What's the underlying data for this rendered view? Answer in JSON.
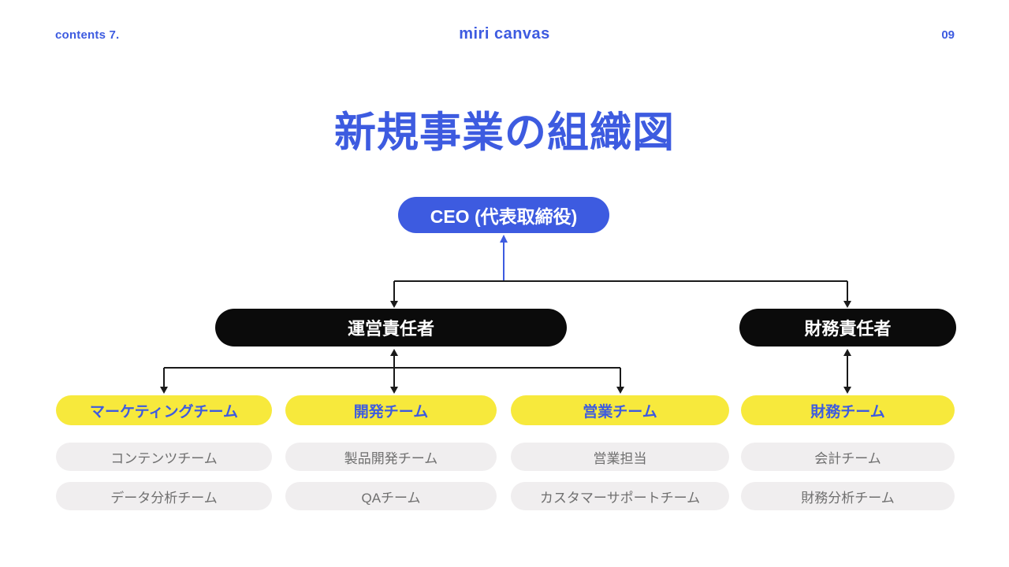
{
  "page": {
    "contents_label": "contents 7.",
    "logo_text": "miri canvas",
    "page_number": "09",
    "title": "新規事業の組織図"
  },
  "org_chart": {
    "ceo": {
      "label": "CEO (代表取締役)"
    },
    "managers": [
      {
        "label": "運営責任者"
      },
      {
        "label": "財務責任者"
      }
    ],
    "teams": [
      {
        "label": "マーケティングチーム",
        "subteams": [
          "コンテンツチーム",
          "データ分析チーム"
        ]
      },
      {
        "label": "開発チーム",
        "subteams": [
          "製品開発チーム",
          "QAチーム"
        ]
      },
      {
        "label": "営業チーム",
        "subteams": [
          "営業担当",
          "カスタマーサポートチーム"
        ]
      },
      {
        "label": "財務チーム",
        "subteams": [
          "会計チーム",
          "財務分析チーム"
        ]
      }
    ]
  },
  "colors": {
    "brand_blue": "#3D5BE0",
    "node_black": "#0B0B0B",
    "accent_yellow": "#F7E93C",
    "subteam_bg": "#F0EEEF",
    "subteam_text": "#6F6F6F",
    "line_black": "#1A1A1A",
    "white": "#FFFFFF"
  }
}
